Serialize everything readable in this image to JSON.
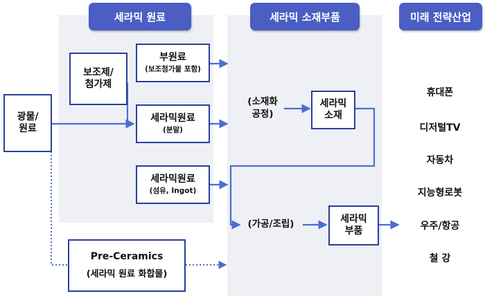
{
  "headers": {
    "raw": "세라믹 원료",
    "parts": "세라믹 소재부품",
    "strategy": "미래 전략산업"
  },
  "nodes": {
    "minerals": "광물/\n원료",
    "additives": "보조제/\n첨가제",
    "sub_raw": {
      "main": "부원료",
      "sub": "(보조첨가물 포함)"
    },
    "ceramic_powder": {
      "main": "세라믹원료",
      "sub": "(분말)"
    },
    "ceramic_fiber": {
      "main": "세라믹원료",
      "sub": "(섬유, Ingot)"
    },
    "pre_ceramics": {
      "main": "Pre-Ceramics",
      "sub": "(세라믹 원료 화합물)"
    },
    "materialization": "(소재화\n공정)",
    "ceramic_material": "세라믹\n소재",
    "processing": "(가공/조립)",
    "ceramic_parts": "세라믹\n부품"
  },
  "strategy_items": [
    "휴대폰",
    "디저털TV",
    "자동차",
    "지능형로봇",
    "우주/항공",
    "철 강"
  ]
}
